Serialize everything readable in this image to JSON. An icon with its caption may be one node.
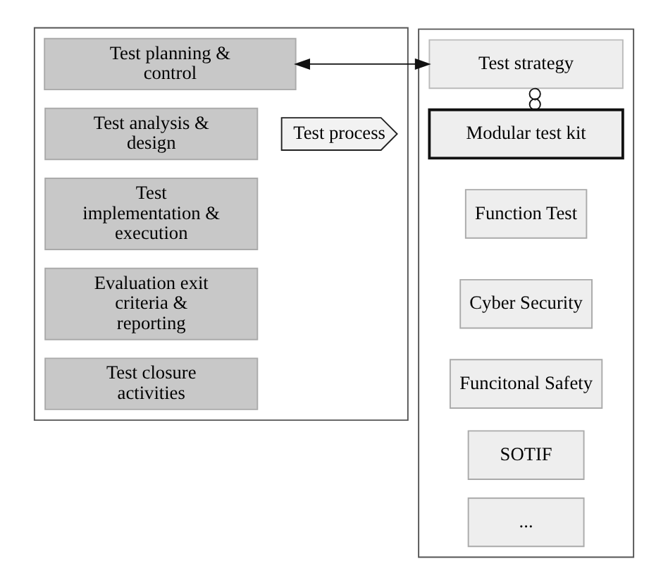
{
  "diagram": {
    "nodes": [
      {
        "text": [],
        "shape": "box"
      },
      {
        "text": [
          "Test process"
        ],
        "in": 0
      },
      {
        "text": [
          "Test planning &",
          "control"
        ],
        "in": 0
      },
      {
        "text": [
          "Test analysis & design"
        ],
        "in": 0
      },
      {
        "text": [
          "Test implementation & execution"
        ],
        "in": 0
      },
      {
        "text": [
          "Evaluation exit criteria & reporting"
        ],
        "in": 0
      },
      {
        "text": [
          "Test closure activities"
        ],
        "in": 0
      },
      {
        "text": [],
        "shape": "box"
      },
      {
        "text": [
          "Test strategy"
        ],
        "in": 7
      },
      {
        "text": [
          "Modular test kit"
        ],
        "in": 7
      },
      {
        "text": [
          "Function Test"
        ],
        "in": 7
      },
      {
        "text": [
          "Cyber Security"
        ],
        "in": 7
      },
      {
        "text": [
          "Funcitonal Safety"
        ],
        "in": 7
      },
      {
        "text": [
          "SOTIF"
        ],
        "in": 7
      },
      {
        "text": [
          "..."
        ],
        "in": 7
      }
    ],
    "edges": [
      {
        "from": 2,
        "to": 8,
        "arrow": "both"
      },
      {
        "from": 8,
        "to": 9,
        "arrow": "other"
      }
    ]
  }
}
